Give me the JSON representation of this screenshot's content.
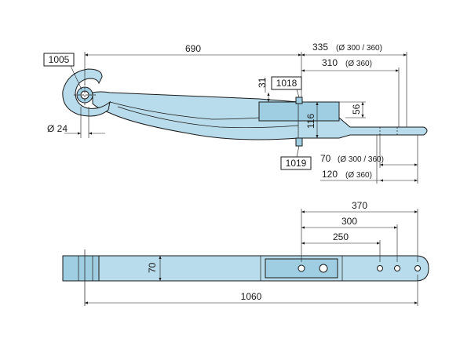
{
  "refs": {
    "eye": "1005",
    "clamp_top": "1018",
    "clamp_bottom": "1019"
  },
  "top_view": {
    "dim_eye_to_center": "690",
    "dim_tail_335": "335",
    "dim_tail_335_note": "(Ø 300 / 360)",
    "dim_tail_310": "310",
    "dim_tail_310_note": "(Ø 360)",
    "dim_31": "31",
    "dim_56": "56",
    "dim_116": "116",
    "dim_eye_diameter": "Ø 24",
    "dim_tail_70": "70",
    "dim_tail_70_note": "(Ø 300 / 360)",
    "dim_tail_120": "120",
    "dim_tail_120_note": "(Ø 360)"
  },
  "bottom_view": {
    "dim_370": "370",
    "dim_300": "300",
    "dim_250": "250",
    "dim_width": "70",
    "dim_length": "1060"
  },
  "colors": {
    "part_fill": "#b8dcec",
    "line": "#1a1a1a"
  }
}
